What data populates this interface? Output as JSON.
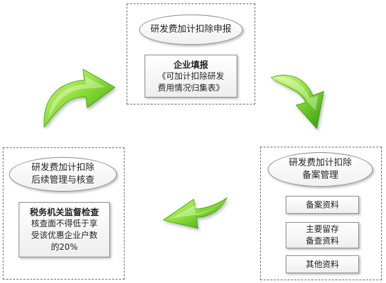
{
  "top": {
    "oval_text": "研发费加计扣除申报",
    "box_title": "企业填报",
    "box_line1": "《可加计扣除研发",
    "box_line2": "费用情况归集表》"
  },
  "left": {
    "oval_line1": "研发费加计扣除",
    "oval_line2": "后续管理与核查",
    "box_title": "税务机关监督检查",
    "box_line1": "核查面不得低于享",
    "box_line2": "受该优惠企业户数",
    "box_line3": "的20%"
  },
  "right": {
    "oval_line1": "研发费加计扣除",
    "oval_line2": "备案管理",
    "item1": "备案资料",
    "item2_line1": "主要留存",
    "item2_line2": "备查资料",
    "item3": "其他资料"
  },
  "colors": {
    "arrow_light": "#c8f56a",
    "arrow_dark": "#3aa80e",
    "border": "#6a6a6a"
  },
  "icons": [
    "curved-arrow-icon"
  ]
}
